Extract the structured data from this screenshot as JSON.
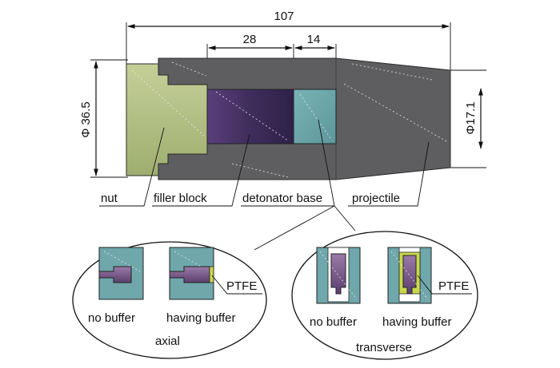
{
  "dimensions": {
    "overall_length": "107",
    "filler_length": "28",
    "detonator_length": "14",
    "outer_diameter": "Φ 36.5",
    "inner_diameter": "Φ17.1"
  },
  "components": {
    "nut": "nut",
    "filler_block": "filler block",
    "detonator_base": "detonator base",
    "projectile": "projectile"
  },
  "details": {
    "axial": {
      "group_label": "axial",
      "no_buffer": "no buffer",
      "having_buffer": "having buffer",
      "material": "PTFE"
    },
    "transverse": {
      "group_label": "transverse",
      "no_buffer": "no buffer",
      "having_buffer": "having buffer",
      "material": "PTFE"
    }
  },
  "colors": {
    "projectile": "#5e5e60",
    "nut": "#b5c089",
    "filler_block": "#4b3566",
    "detonator_base": "#6fa7ab",
    "ptfe": "#c9d84a"
  }
}
